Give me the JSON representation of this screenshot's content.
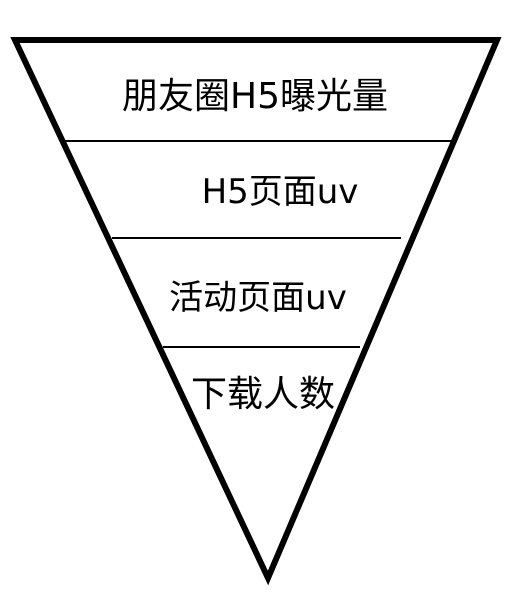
{
  "funnel": {
    "stages": [
      {
        "label": "朋友圈H5曝光量"
      },
      {
        "label": "H5页面uv"
      },
      {
        "label": "活动页面uv"
      },
      {
        "label": "下载人数"
      }
    ]
  }
}
